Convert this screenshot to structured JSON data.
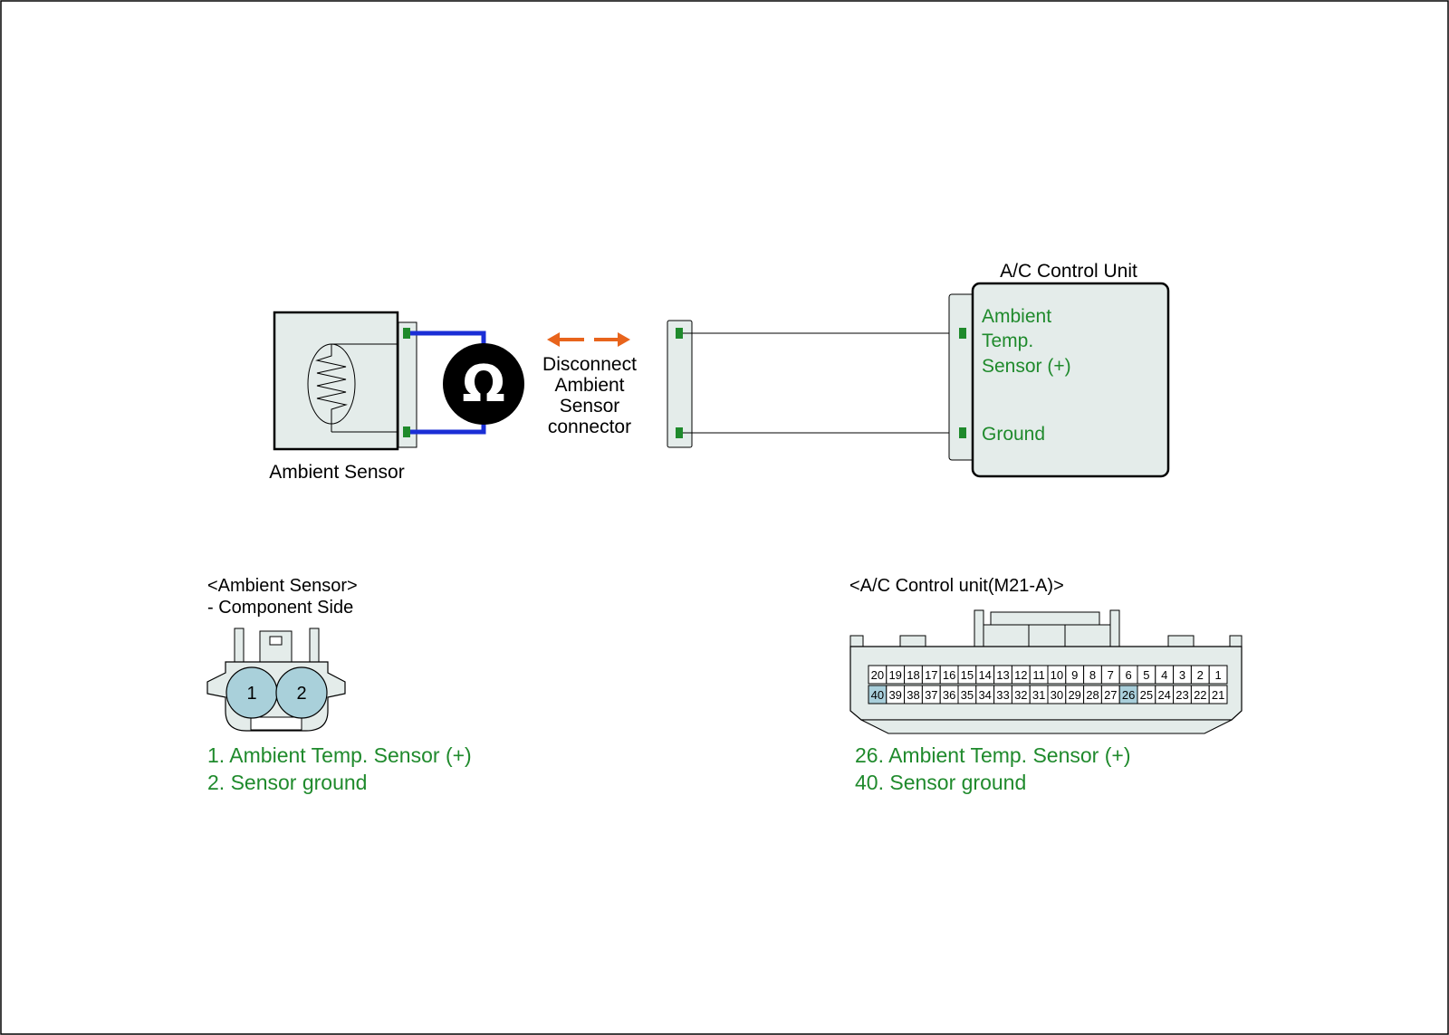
{
  "colors": {
    "wire_blue": "#1a2ed6",
    "arrow_orange": "#e8641c",
    "terminal_green": "#1f8a2c",
    "text_green": "#1f8a2c",
    "connector_fill": "#e4ecea",
    "cavity_fill": "#a9d0da",
    "highlight_pin": "#a9cfdb",
    "ohm_fill": "#000000"
  },
  "diagram": {
    "ambient_sensor_label": "Ambient Sensor",
    "ohmmeter_symbol": "Ω",
    "ohmmeter_icon": "ohm-icon",
    "disconnect_text": [
      "Disconnect",
      "Ambient",
      "Sensor",
      "connector"
    ],
    "acu_title": "A/C Control Unit",
    "acu_terminal_1": [
      "Ambient",
      "Temp.",
      "Sensor (+)"
    ],
    "acu_terminal_2": "Ground"
  },
  "sensor_connector": {
    "title": "<Ambient Sensor>",
    "subtitle": "- Component Side",
    "pins": [
      "1",
      "2"
    ],
    "legend": [
      "1. Ambient Temp. Sensor (+)",
      "2. Sensor ground"
    ]
  },
  "acu_connector": {
    "title": "<A/C Control unit(M21-A)>",
    "top_row": [
      "20",
      "19",
      "18",
      "17",
      "16",
      "15",
      "14",
      "13",
      "12",
      "11",
      "10",
      "9",
      "8",
      "7",
      "6",
      "5",
      "4",
      "3",
      "2",
      "1"
    ],
    "bottom_row": [
      "40",
      "39",
      "38",
      "37",
      "36",
      "35",
      "34",
      "33",
      "32",
      "31",
      "30",
      "29",
      "28",
      "27",
      "26",
      "25",
      "24",
      "23",
      "22",
      "21"
    ],
    "highlighted_pins": [
      "40",
      "26"
    ],
    "legend": [
      "26. Ambient Temp. Sensor (+)",
      "40. Sensor ground"
    ]
  }
}
